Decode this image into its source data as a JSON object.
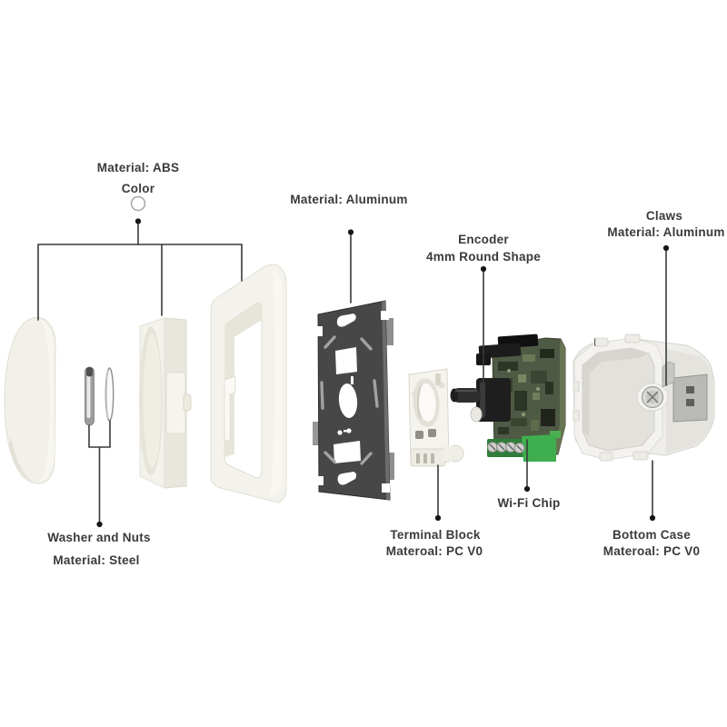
{
  "labels": {
    "knob": {
      "l1": "Material: ABS",
      "l2": "Color"
    },
    "plate": {
      "l1": "Material: Aluminum"
    },
    "encoder": {
      "l1": "Encoder",
      "l2": "4mm Round Shape"
    },
    "claws": {
      "l1": "Claws",
      "l2": "Material: Aluminum"
    },
    "washers": {
      "l1": "Washer and Nuts",
      "l2": "Material: Steel"
    },
    "terminal": {
      "l1": "Terminal Block",
      "l2": "Materoal: PC V0"
    },
    "wifi": {
      "l1": "Wi-Fi Chip"
    },
    "case": {
      "l1": "Bottom Case",
      "l2": "Materoal: PC V0"
    }
  },
  "colors": {
    "text": "#3a3a3a",
    "leader": "#3a3a3a",
    "dot": "#161616",
    "part_white": "#f1f0ea",
    "plate_gray": "#474747",
    "pcb_green": "#4f5a45",
    "terminal_green": "#3fae4e",
    "metal_gray": "#b9b9b7",
    "background": "#ffffff"
  }
}
